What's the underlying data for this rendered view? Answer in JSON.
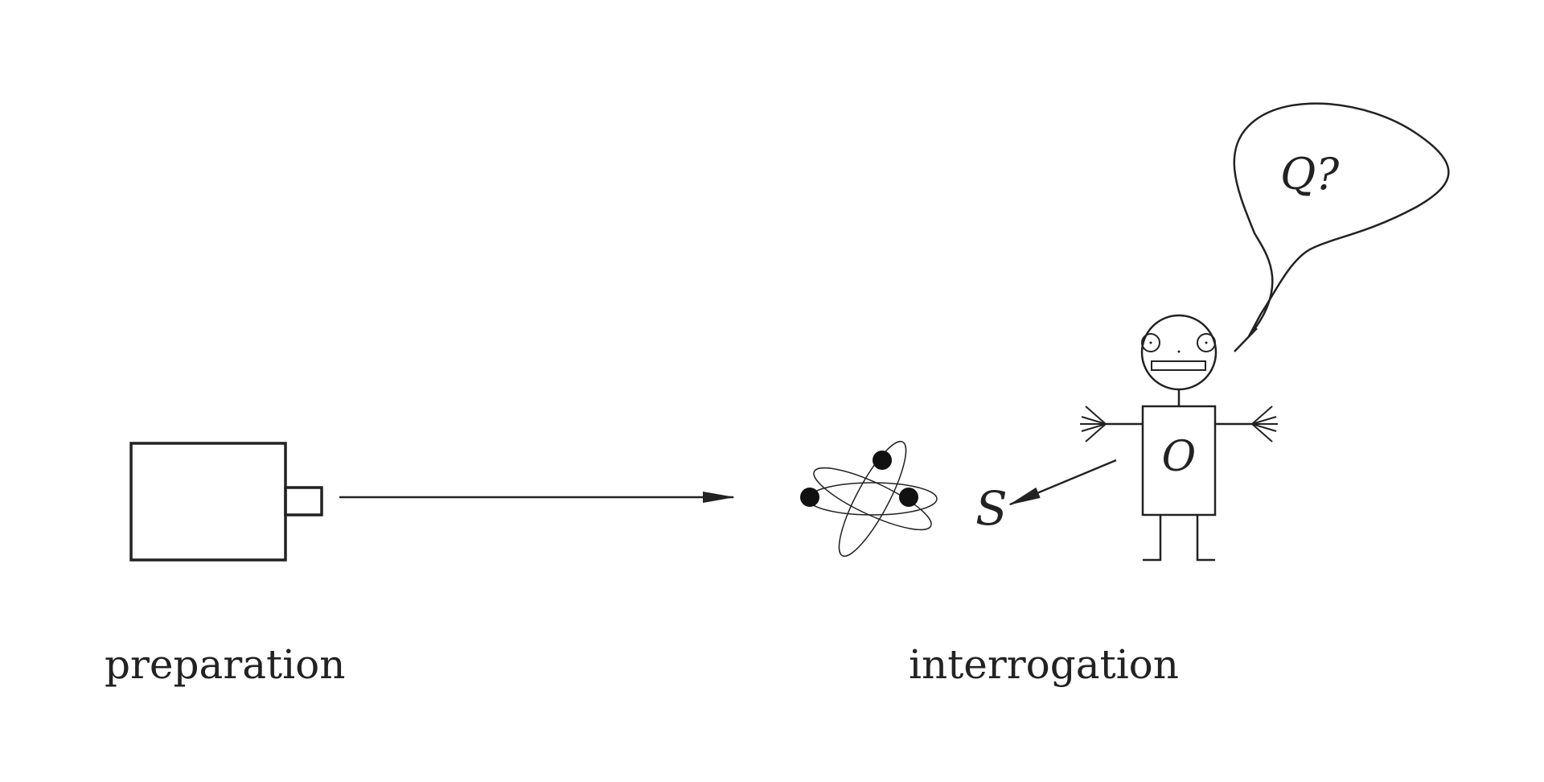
{
  "labels": {
    "preparation": "preparation",
    "interrogation": "interrogation"
  },
  "symbols": {
    "system": "S",
    "observer": "O",
    "question": "Q?"
  },
  "colors": {
    "ink": "#222222",
    "background": "#ffffff"
  }
}
